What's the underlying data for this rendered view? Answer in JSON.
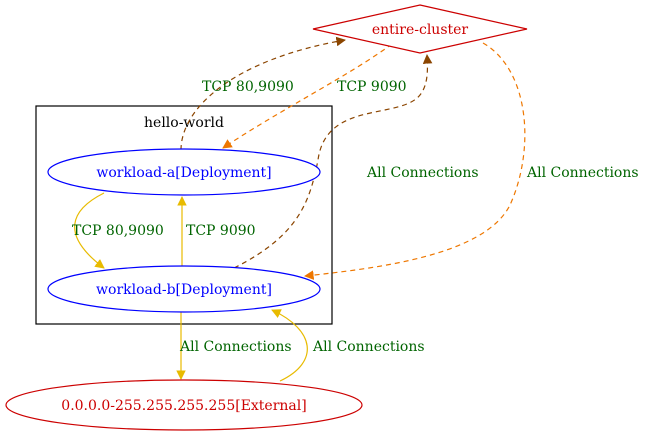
{
  "cluster": {
    "label": "hello-world"
  },
  "nodes": {
    "entire_cluster": {
      "label": "entire-cluster"
    },
    "workload_a": {
      "label": "workload-a[Deployment]"
    },
    "workload_b": {
      "label": "workload-b[Deployment]"
    },
    "external": {
      "label": "0.0.0.0-255.255.255.255[External]"
    }
  },
  "edges": {
    "a_to_entire": {
      "label": "TCP 80,9090"
    },
    "entire_to_a": {
      "label": "TCP 9090"
    },
    "b_to_entire": {
      "label": "All Connections"
    },
    "entire_to_b": {
      "label": "All Connections"
    },
    "a_to_b": {
      "label": "TCP 80,9090"
    },
    "b_to_a": {
      "label": "TCP 9090"
    },
    "b_to_external": {
      "label": "All Connections"
    },
    "external_to_b": {
      "label": "All Connections"
    }
  },
  "colors": {
    "workload_node": "#0000ff",
    "external_node": "#cc0000",
    "edge_label": "#006400",
    "edge_dark_brown": "#8b4500",
    "edge_orange": "#ee7700",
    "edge_yellow": "#e8bb00"
  }
}
